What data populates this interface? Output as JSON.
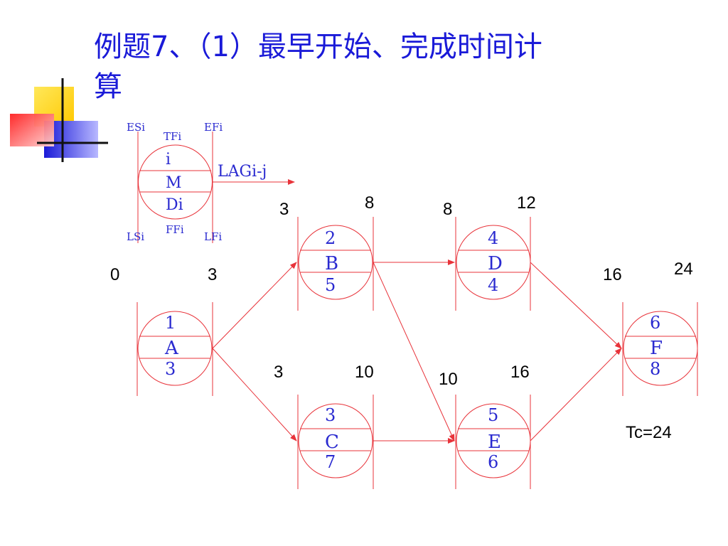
{
  "title": {
    "line1": "例题7、（1）最早开始、完成时间计",
    "line2": "算"
  },
  "colors": {
    "title": "#1a1ad8",
    "line": "#e8333a",
    "node_text": "#2a2ad0",
    "number": "#000000",
    "deco_yellow": "#ffd81c",
    "deco_red": "#ff3030",
    "deco_blue": "#2222dd"
  },
  "legend": {
    "es": "ESi",
    "ef": "EFi",
    "tf": "TFi",
    "id": "i",
    "name": "M",
    "duration": "Di",
    "lag": "LAGi-j",
    "ls": "LSi",
    "ff": "FFi",
    "lf": "LFi"
  },
  "nodes": [
    {
      "id": "1",
      "name": "A",
      "duration": "3",
      "es": "0",
      "ef": "3"
    },
    {
      "id": "2",
      "name": "B",
      "duration": "5",
      "es": "3",
      "ef": "8"
    },
    {
      "id": "3",
      "name": "C",
      "duration": "7",
      "es": "3",
      "ef": "10"
    },
    {
      "id": "4",
      "name": "D",
      "duration": "4",
      "es": "8",
      "ef": "12"
    },
    {
      "id": "5",
      "name": "E",
      "duration": "6",
      "es": "10",
      "ef": "16"
    },
    {
      "id": "6",
      "name": "F",
      "duration": "8",
      "es": "16",
      "ef": "24"
    }
  ],
  "edges": [
    {
      "from": "A",
      "to": "B"
    },
    {
      "from": "A",
      "to": "C"
    },
    {
      "from": "B",
      "to": "D"
    },
    {
      "from": "B",
      "to": "E"
    },
    {
      "from": "C",
      "to": "E"
    },
    {
      "from": "D",
      "to": "F"
    },
    {
      "from": "E",
      "to": "F"
    }
  ],
  "total": "Tc=24"
}
